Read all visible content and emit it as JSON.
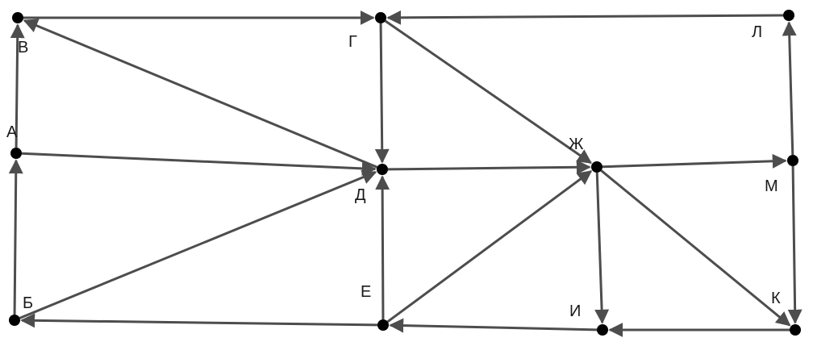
{
  "graph": {
    "colors": {
      "edge": "#4d4d4d",
      "node": "#000000",
      "label": "#1a1a1a"
    },
    "nodes": [
      {
        "id": "A",
        "label": "А"
      },
      {
        "id": "B",
        "label": "Б"
      },
      {
        "id": "V",
        "label": "В"
      },
      {
        "id": "G",
        "label": "Г"
      },
      {
        "id": "D",
        "label": "Д"
      },
      {
        "id": "E",
        "label": "Е"
      },
      {
        "id": "Zh",
        "label": "Ж"
      },
      {
        "id": "I",
        "label": "И"
      },
      {
        "id": "K",
        "label": "К"
      },
      {
        "id": "L",
        "label": "Л"
      },
      {
        "id": "M",
        "label": "М"
      }
    ],
    "edges": [
      {
        "from": "A",
        "to": "V"
      },
      {
        "from": "A",
        "to": "D"
      },
      {
        "from": "B",
        "to": "A"
      },
      {
        "from": "B",
        "to": "D"
      },
      {
        "from": "V",
        "to": "G"
      },
      {
        "from": "D",
        "to": "V"
      },
      {
        "from": "L",
        "to": "G"
      },
      {
        "from": "G",
        "to": "D"
      },
      {
        "from": "G",
        "to": "Zh"
      },
      {
        "from": "D",
        "to": "Zh"
      },
      {
        "from": "E",
        "to": "D"
      },
      {
        "from": "E",
        "to": "B"
      },
      {
        "from": "E",
        "to": "Zh"
      },
      {
        "from": "Zh",
        "to": "M"
      },
      {
        "from": "Zh",
        "to": "I"
      },
      {
        "from": "Zh",
        "to": "K"
      },
      {
        "from": "I",
        "to": "E"
      },
      {
        "from": "K",
        "to": "I"
      },
      {
        "from": "M",
        "to": "L"
      },
      {
        "from": "M",
        "to": "K"
      }
    ]
  }
}
